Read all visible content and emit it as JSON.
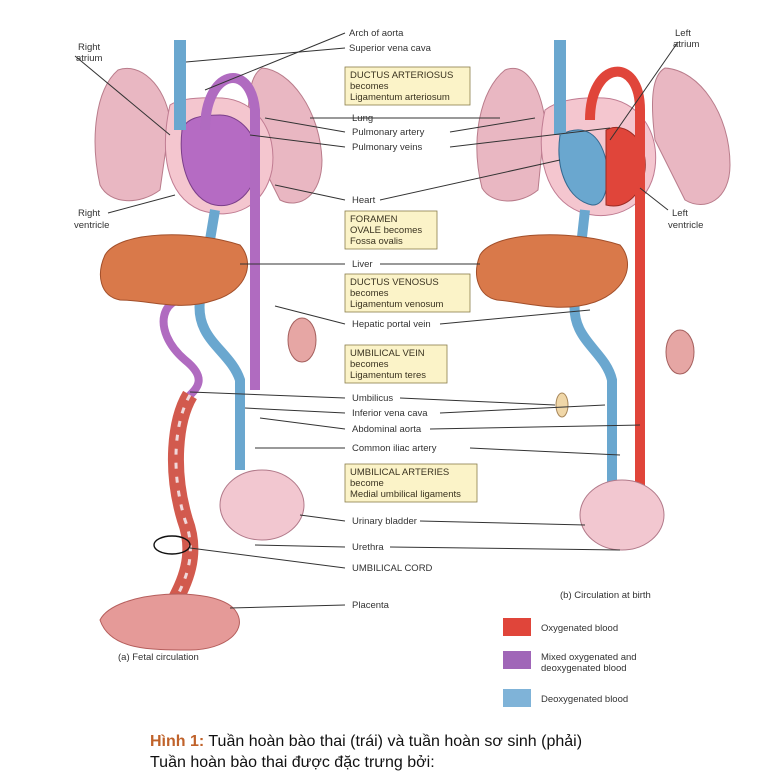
{
  "labels": {
    "arch_of_aorta": "Arch of aorta",
    "superior_vena_cava": "Superior vena cava",
    "lung": "Lung",
    "pulmonary_artery": "Pulmonary artery",
    "pulmonary_veins": "Pulmonary veins",
    "heart": "Heart",
    "liver": "Liver",
    "hepatic_portal_vein": "Hepatic portal vein",
    "umbilicus": "Umbilicus",
    "inferior_vena_cava": "Inferior vena cava",
    "abdominal_aorta": "Abdominal aorta",
    "common_iliac_artery": "Common iliac artery",
    "urinary_bladder": "Urinary bladder",
    "urethra": "Urethra",
    "umbilical_cord": "UMBILICAL CORD",
    "placenta": "Placenta",
    "right_atrium_1": "Right",
    "right_atrium_2": "atrium",
    "right_ventricle_1": "Right",
    "right_ventricle_2": "ventricle",
    "left_atrium_1": "Left",
    "left_atrium_2": "atrium",
    "left_ventricle_1": "Left",
    "left_ventricle_2": "ventricle"
  },
  "boxes": {
    "ductus_arteriosus": [
      "DUCTUS ARTERIOSUS",
      "becomes",
      "Ligamentum arteriosum"
    ],
    "foramen_ovale": [
      "FORAMEN",
      "OVALE becomes",
      "Fossa ovalis"
    ],
    "ductus_venosus": [
      "DUCTUS VENOSUS",
      "becomes",
      "Ligamentum venosum"
    ],
    "umbilical_vein": [
      "UMBILICAL VEIN",
      "becomes",
      "Ligamentum teres"
    ],
    "umbilical_arteries": [
      "UMBILICAL ARTERIES",
      "become",
      "Medial umbilical ligaments"
    ]
  },
  "panels": {
    "fetal": "(a) Fetal circulation",
    "birth": "(b) Circulation at birth"
  },
  "legend": [
    {
      "label": "Oxygenated blood",
      "color": "#e0453a"
    },
    {
      "label_1": "Mixed oxygenated and",
      "label_2": "deoxygenated blood",
      "color": "#a066b8"
    },
    {
      "label": "Deoxygenated blood",
      "color": "#7fb3d8"
    }
  ],
  "caption": {
    "prefix": "Hình 1:",
    "text": " Tuần hoàn bào thai (trái) và tuần hoàn sơ sinh (phải)",
    "line2": "Tuần hoàn bào thai được đặc trưng bởi:"
  },
  "colors": {
    "oxygenated": "#e0453a",
    "mixed": "#a066b8",
    "deoxygenated": "#7fb3d8",
    "lung": "#e9b7c2",
    "liver": "#d9794a",
    "heart_bg": "#f4c6cf"
  }
}
